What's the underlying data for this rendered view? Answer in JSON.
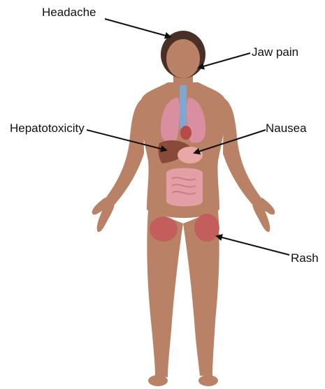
{
  "labels": {
    "headache": "Headache",
    "jaw_pain": "Jaw pain",
    "hepatotoxicity": "Hepatotoxicity",
    "nausea": "Nausea",
    "rash": "Rash"
  },
  "colors": {
    "skin": "#b98266",
    "skin_shadow": "#a87057",
    "hair": "#4a2f26",
    "lung": "#d98fa0",
    "liver": "#8a4a3a",
    "stomach": "#e9a7a6",
    "intestine": "#e39ea6",
    "trachea": "#7fa7cf",
    "rash": "#c7525a",
    "arrow": "#111111"
  }
}
